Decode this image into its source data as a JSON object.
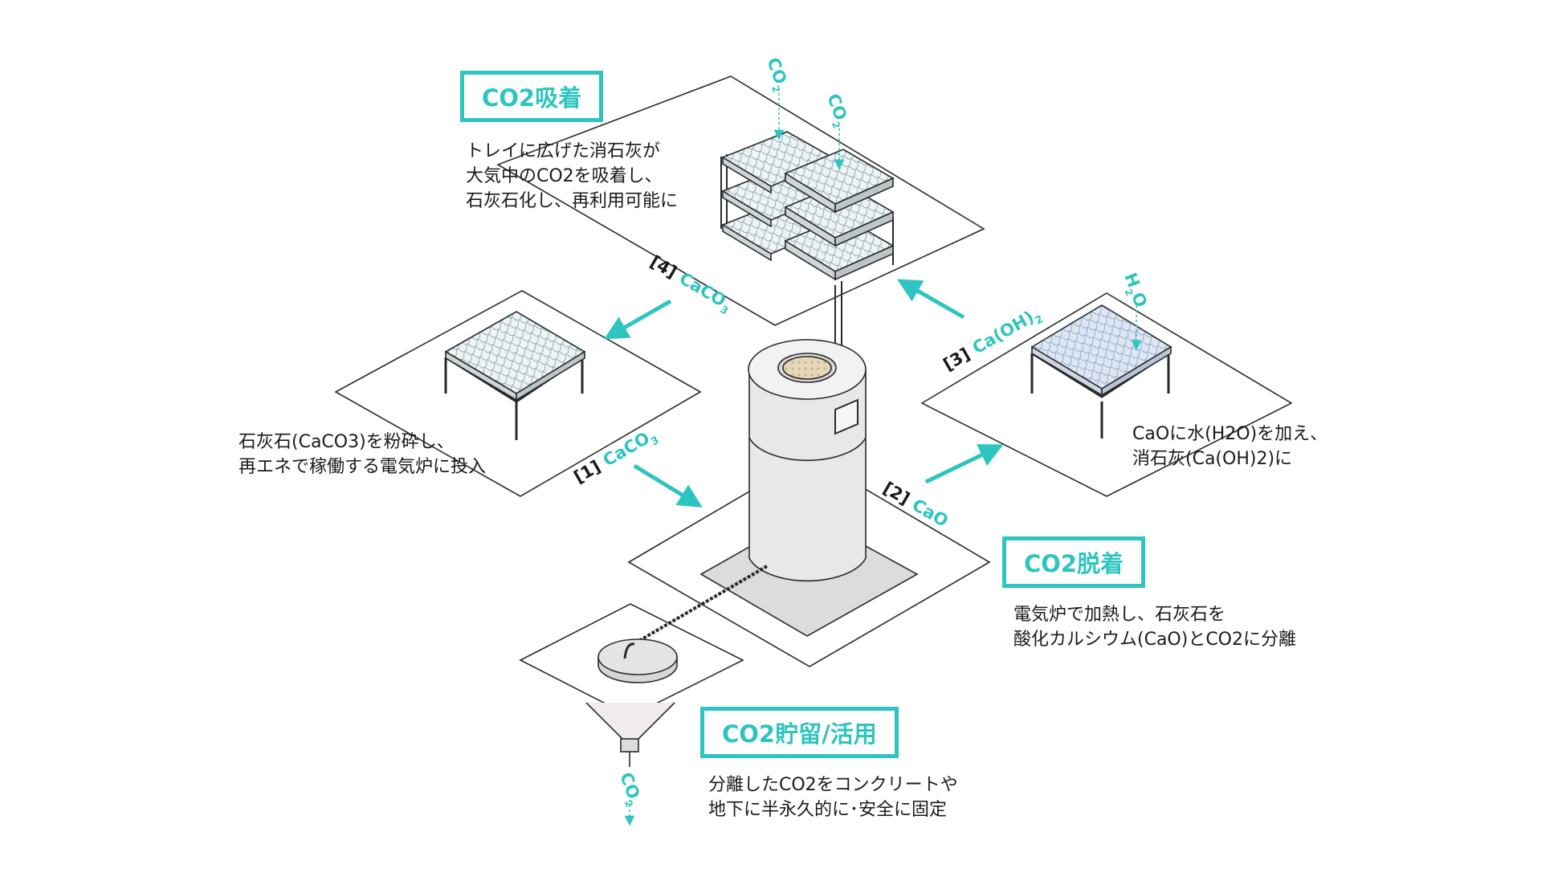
{
  "accent": "#2ec4c0",
  "stages": {
    "adsorption": {
      "title": "CO2吸着",
      "lines": [
        "トレイに広げた消石灰が",
        "大気中のCO2を吸着し、",
        "石灰石化し、再利用可能に"
      ]
    },
    "desorption": {
      "title": "CO2脱着",
      "lines": [
        "電気炉で加熱し、石灰石を",
        "酸化カルシウム(CaO)とCO2に分離"
      ]
    },
    "storage": {
      "title": "CO2貯留/活用",
      "lines": [
        "分離したCO2をコンクリートや",
        "地下に半永久的に･安全に固定"
      ]
    },
    "crush": {
      "lines": [
        "石灰石(CaCO3)を粉砕し、",
        "再エネで稼働する電気炉に投入"
      ]
    },
    "hydrate": {
      "lines": [
        "CaOに水(H2O)を加え、",
        "消石灰(Ca(OH)2)に"
      ]
    }
  },
  "flow_labels": {
    "step1": {
      "num": "[1]",
      "chem": "CaCO",
      "sub": "3"
    },
    "step2": {
      "num": "[2]",
      "chem": "CaO",
      "sub": ""
    },
    "step3": {
      "num": "[3]",
      "chem": "Ca(OH)",
      "sub": "2"
    },
    "step4": {
      "num": "[4]",
      "chem": "CaCO",
      "sub": "3"
    }
  },
  "gas_labels": {
    "co2_in_a": {
      "main": "CO",
      "sub": "2"
    },
    "co2_in_b": {
      "main": "CO",
      "sub": "2"
    },
    "h2o": {
      "main": "H",
      "sub": "2",
      "rest": "O"
    },
    "co2_out": {
      "main": "CO",
      "sub": "2"
    }
  }
}
